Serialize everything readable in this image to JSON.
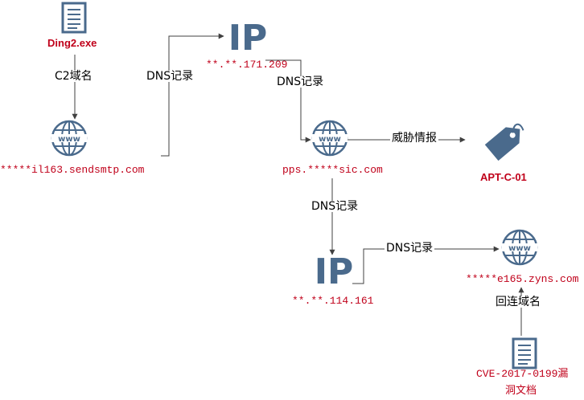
{
  "nodes": {
    "ding2": "Ding2.exe",
    "c2_domain": "*****il163.sendsmtp.com",
    "ip_1": "**.**.171.209",
    "pps_domain": "pps.*****sic.com",
    "apt": "APT-C-01",
    "ip_2": "**.**.114.161",
    "e165_domain": "*****e165.zyns.com",
    "cve_doc_line1": "CVE-2017-0199漏",
    "cve_doc_line2": "洞文档"
  },
  "ip_badge": "IP",
  "edges": {
    "c2": "C2域名",
    "dns_1": "DNS记录",
    "dns_2": "DNS记录",
    "threat": "威胁情报",
    "dns_3": "DNS记录",
    "dns_4": "DNS记录",
    "connect_back": "回连域名"
  },
  "colors": {
    "accent_red": "#c0001a",
    "icon_blue": "#4a6a8c",
    "line": "#404040"
  }
}
